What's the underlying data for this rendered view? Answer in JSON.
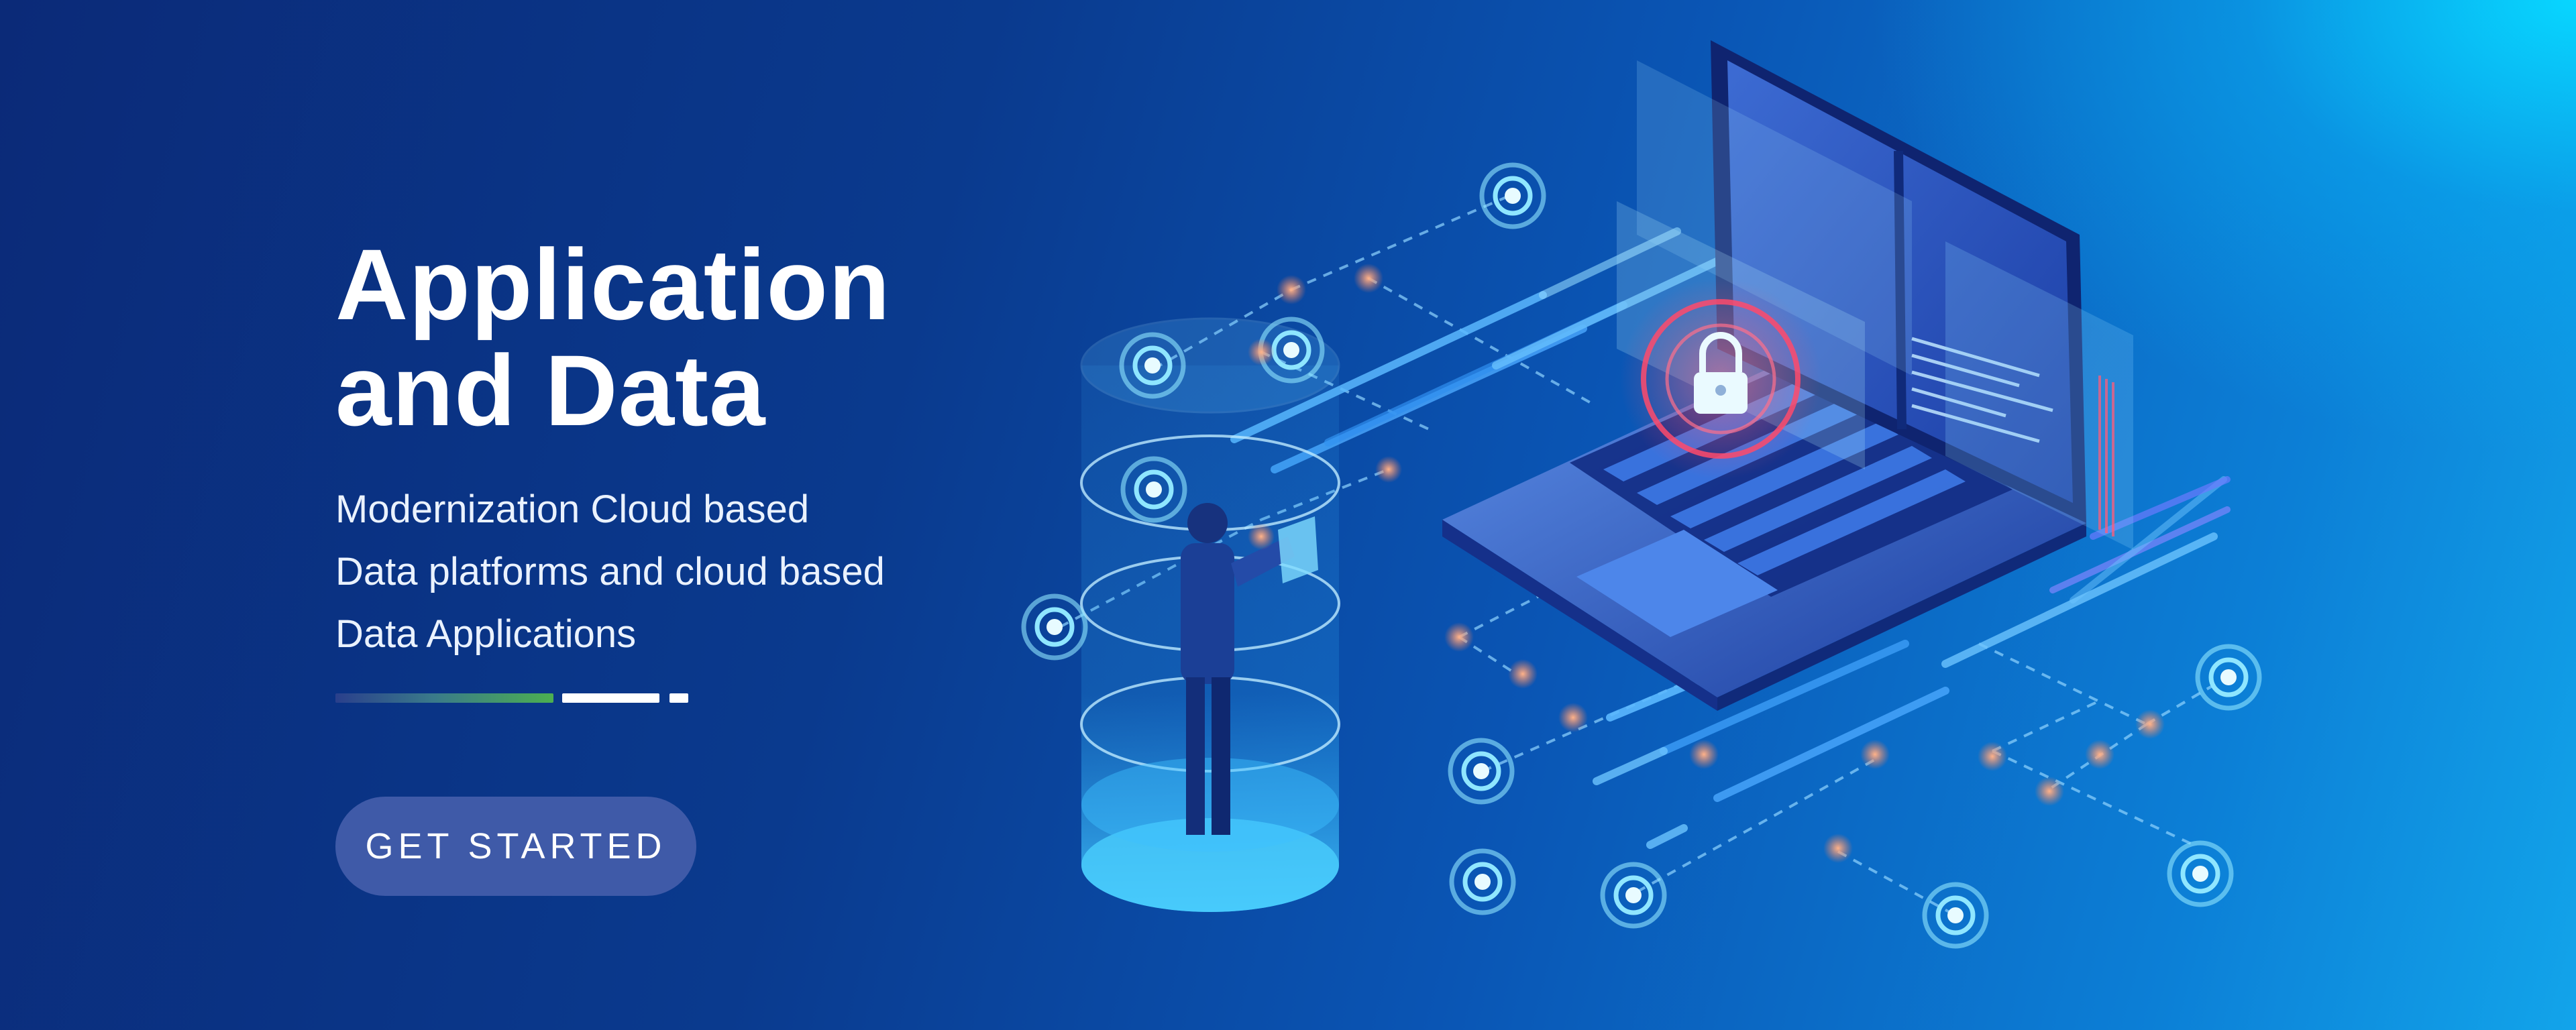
{
  "hero": {
    "headline_lines": [
      "Application",
      "and Data"
    ],
    "subtitle_lines": [
      "Modernization Cloud based",
      "Data platforms and cloud based",
      "Data Applications"
    ],
    "cta_label": "GET STARTED"
  },
  "colors": {
    "background_dark": "#0b2a78",
    "background_light": "#08d6ff",
    "divider_gradient_start": "#2a3f8c",
    "divider_green": "#4caf50",
    "divider_white": "#ffffff",
    "cta_background": "#3f5aa8",
    "node_ring": "#7fe3ff",
    "lock_red": "#ff4a6b"
  },
  "icons": [
    "lock-icon",
    "laptop-illustration",
    "person-illustration",
    "cylinder-illustration"
  ]
}
